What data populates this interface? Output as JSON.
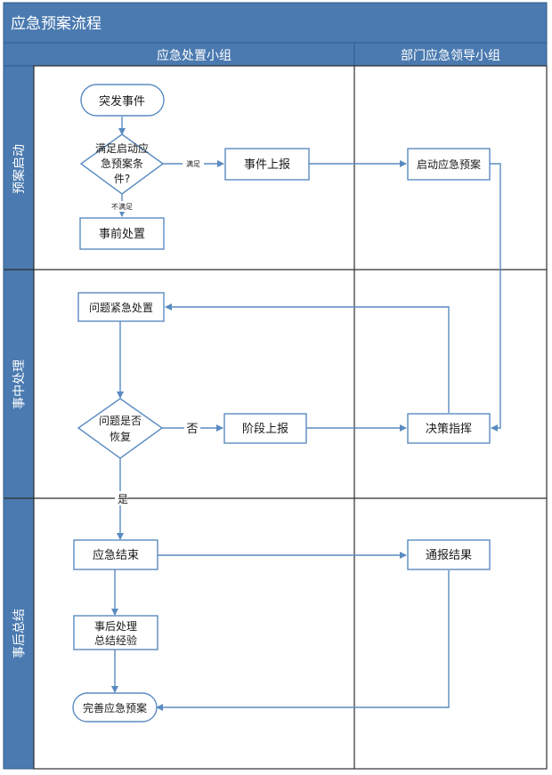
{
  "title": "应急预案流程",
  "lanes": {
    "col1": "应急处置小组",
    "col2": "部门应急领导小组"
  },
  "phases": {
    "p1": "预案启动",
    "p2": "事中处理",
    "p3": "事后总结"
  },
  "nodes": {
    "start": "突发事件",
    "cond1": [
      "满足启动应",
      "急预案条",
      "件?"
    ],
    "report": "事件上报",
    "pre_handle": "事前处置",
    "launch_plan": "启动应急预案",
    "emergency": "问题紧急处置",
    "cond2": [
      "问题是否",
      "恢复"
    ],
    "stage_report": "阶段上报",
    "decision": "决策指挥",
    "end": "应急结束",
    "notify": "通报结果",
    "after": [
      "事后处理",
      "总结经验"
    ],
    "improve": "完善应急预案"
  },
  "edge_labels": {
    "meet": "满足",
    "not_meet": "不满足",
    "no": "否",
    "yes": "是"
  },
  "colors": {
    "header_bg": "#4a7ab0",
    "border": "#2e5a87",
    "node_fill": "#ffffff",
    "node_stroke": "#5a8bc0",
    "arrow": "#5a8bc0",
    "grid": "#2f2f2f"
  }
}
